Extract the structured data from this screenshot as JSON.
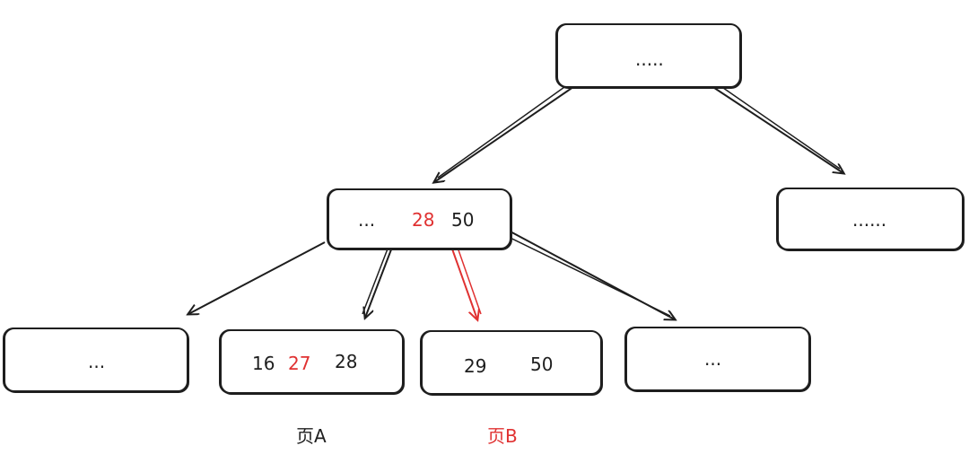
{
  "colors": {
    "ink": "#1e1e1e",
    "highlight": "#e03131"
  },
  "root": {
    "text": "....."
  },
  "internal": {
    "ellipsis": "...",
    "key1": "28",
    "key2": "50"
  },
  "right_internal": {
    "text": "......"
  },
  "leaves": {
    "leaf1": {
      "text": "..."
    },
    "pageA": {
      "k1": "16",
      "k2": "27",
      "k3": "28"
    },
    "pageB": {
      "k1": "29",
      "k2": "50"
    },
    "leaf4": {
      "text": "..."
    }
  },
  "labels": {
    "pageA": "页A",
    "pageB": "页B"
  }
}
